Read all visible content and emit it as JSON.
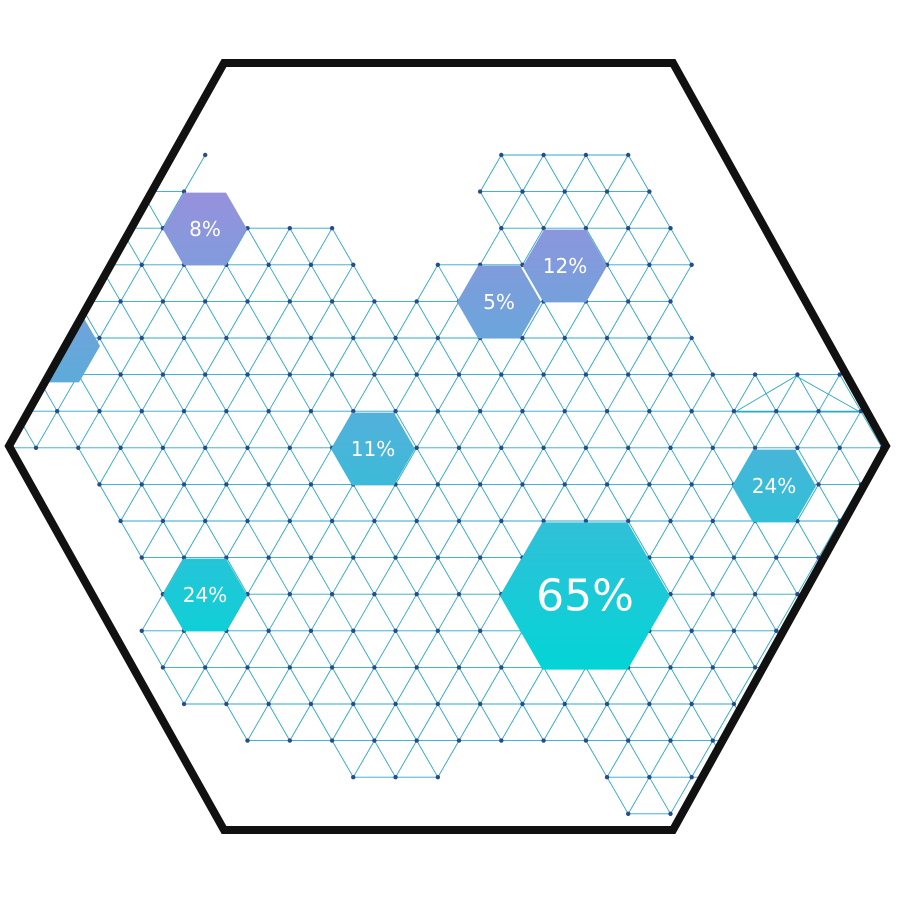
{
  "colors": {
    "frame": "#111111",
    "grid_line": "#2aa8c8",
    "grid_dot": "#2b4a8a",
    "gradient_top": "#9b8fdd",
    "gradient_bottom": "#00d6d6",
    "label_text": "#ffffff"
  },
  "frame_shape": "hexagon",
  "badges": [
    {
      "id": "badge-8",
      "label": "8%",
      "value": 8
    },
    {
      "id": "badge-12",
      "label": "12%",
      "value": 12
    },
    {
      "id": "badge-5",
      "label": "5%",
      "value": 5
    },
    {
      "id": "badge-partial-left",
      "label": "%",
      "value": null
    },
    {
      "id": "badge-11",
      "label": "11%",
      "value": 11
    },
    {
      "id": "badge-24-right",
      "label": "24%",
      "value": 24
    },
    {
      "id": "badge-24-left",
      "label": "24%",
      "value": 24
    },
    {
      "id": "badge-65",
      "label": "65%",
      "value": 65
    }
  ]
}
